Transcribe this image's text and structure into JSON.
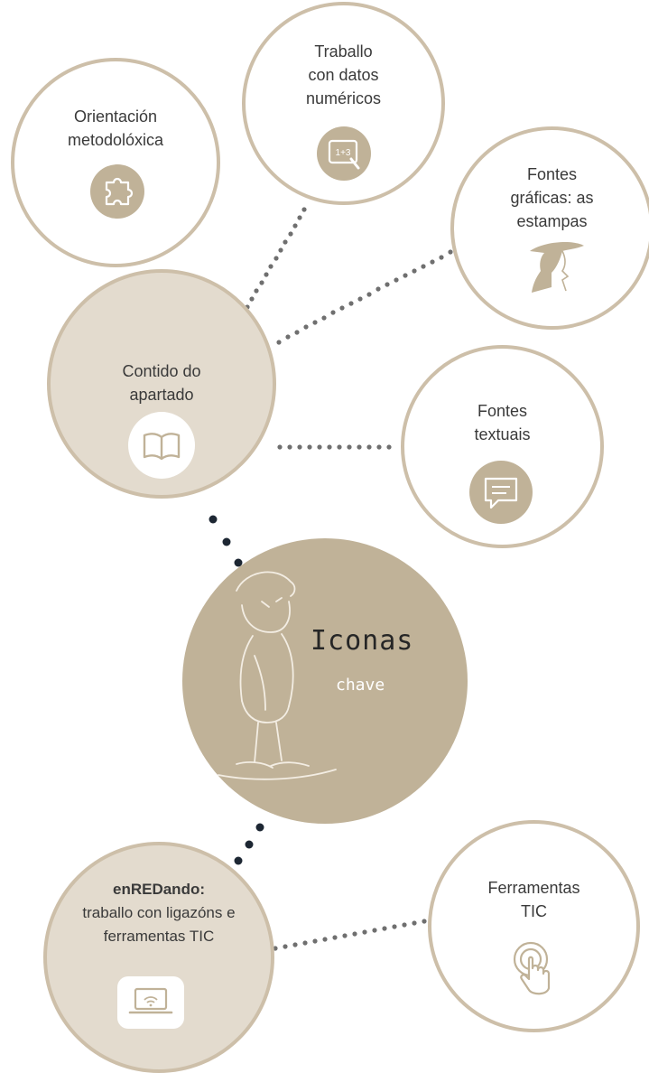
{
  "center": {
    "title": "Iconas",
    "subtitle": "chave"
  },
  "nodes": {
    "orientacion": {
      "line1": "Orientación",
      "line2": "metodolóxica",
      "icon": "puzzle-icon"
    },
    "traballo": {
      "line1": "Traballo",
      "line2": "con datos",
      "line3": "numéricos",
      "icon": "whiteboard-icon"
    },
    "graficas": {
      "line1": "Fontes",
      "line2": "gráficas: as",
      "line3": "estampas",
      "icon": "woman-hat-icon"
    },
    "contido": {
      "line1": "Contido do",
      "line2": "apartado",
      "icon": "book-icon"
    },
    "textuais": {
      "line1": "Fontes",
      "line2": "textuais",
      "icon": "speech-bubble-icon"
    },
    "enredando": {
      "bold": "enREDando:",
      "line2": "traballo con ligazóns e",
      "line3": "ferramentas TIC",
      "icon": "laptop-wifi-icon"
    },
    "tic": {
      "line1": "Ferramentas",
      "line2": "TIC",
      "icon": "touch-hand-icon"
    }
  },
  "colors": {
    "tan": "#c0b298",
    "ring": "#cdbfa9",
    "fill": "#e3dbce",
    "dots_gray": "#6f6f6f",
    "dots_dark": "#1d2733"
  }
}
